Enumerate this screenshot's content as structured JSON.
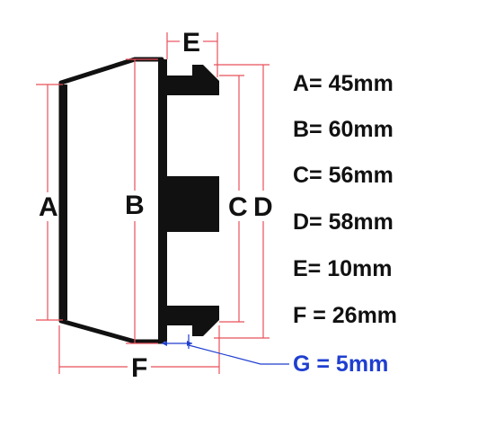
{
  "diagram": {
    "dimension_letters": [
      "A",
      "B",
      "C",
      "D",
      "E",
      "F"
    ],
    "specs": [
      {
        "letter": "A",
        "text": "A= 45mm"
      },
      {
        "letter": "B",
        "text": "B= 60mm"
      },
      {
        "letter": "C",
        "text": "C= 56mm"
      },
      {
        "letter": "D",
        "text": "D= 58mm"
      },
      {
        "letter": "E",
        "text": "E= 10mm"
      },
      {
        "letter": "F",
        "text": "F = 26mm"
      }
    ],
    "g_spec": "G = 5mm",
    "colors": {
      "dimension_line": "#e8505b",
      "g_callout": "#1f3fd0",
      "part_fill": "#111111",
      "outline": "#111111"
    }
  }
}
